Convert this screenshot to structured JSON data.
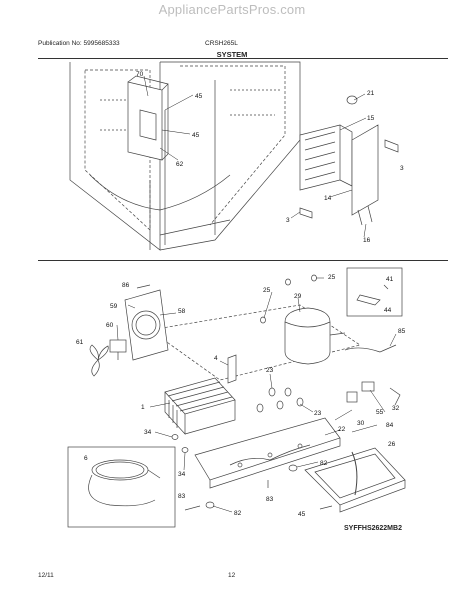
{
  "watermark": "AppliancePartsPros.com",
  "header": {
    "publication": "Publication No: 5995685333",
    "model": "CRSH265L",
    "section": "SYSTEM"
  },
  "footer": {
    "date": "12/11",
    "page": "12",
    "diagram_code": "SYFFHS2622MB2"
  },
  "callouts": {
    "c70": "70",
    "c45a": "45",
    "c45b": "45",
    "c62": "62",
    "c21": "21",
    "c15": "15",
    "c3a": "3",
    "c3b": "3",
    "c14": "14",
    "c16": "16",
    "c86": "86",
    "c59": "59",
    "c58": "58",
    "c60": "60",
    "c61": "61",
    "c25a": "25",
    "c25b": "25",
    "c29": "29",
    "c41": "41",
    "c44": "44",
    "c85": "85",
    "c4": "4",
    "c23a": "23",
    "c23b": "23",
    "c1": "1",
    "c34a": "34",
    "c34b": "34",
    "c22": "22",
    "c55": "55",
    "c32": "32",
    "c30": "30",
    "c84": "84",
    "c26": "26",
    "c6": "6",
    "c82a": "82",
    "c82b": "82",
    "c83a": "83",
    "c83b": "83",
    "c45c": "45"
  }
}
